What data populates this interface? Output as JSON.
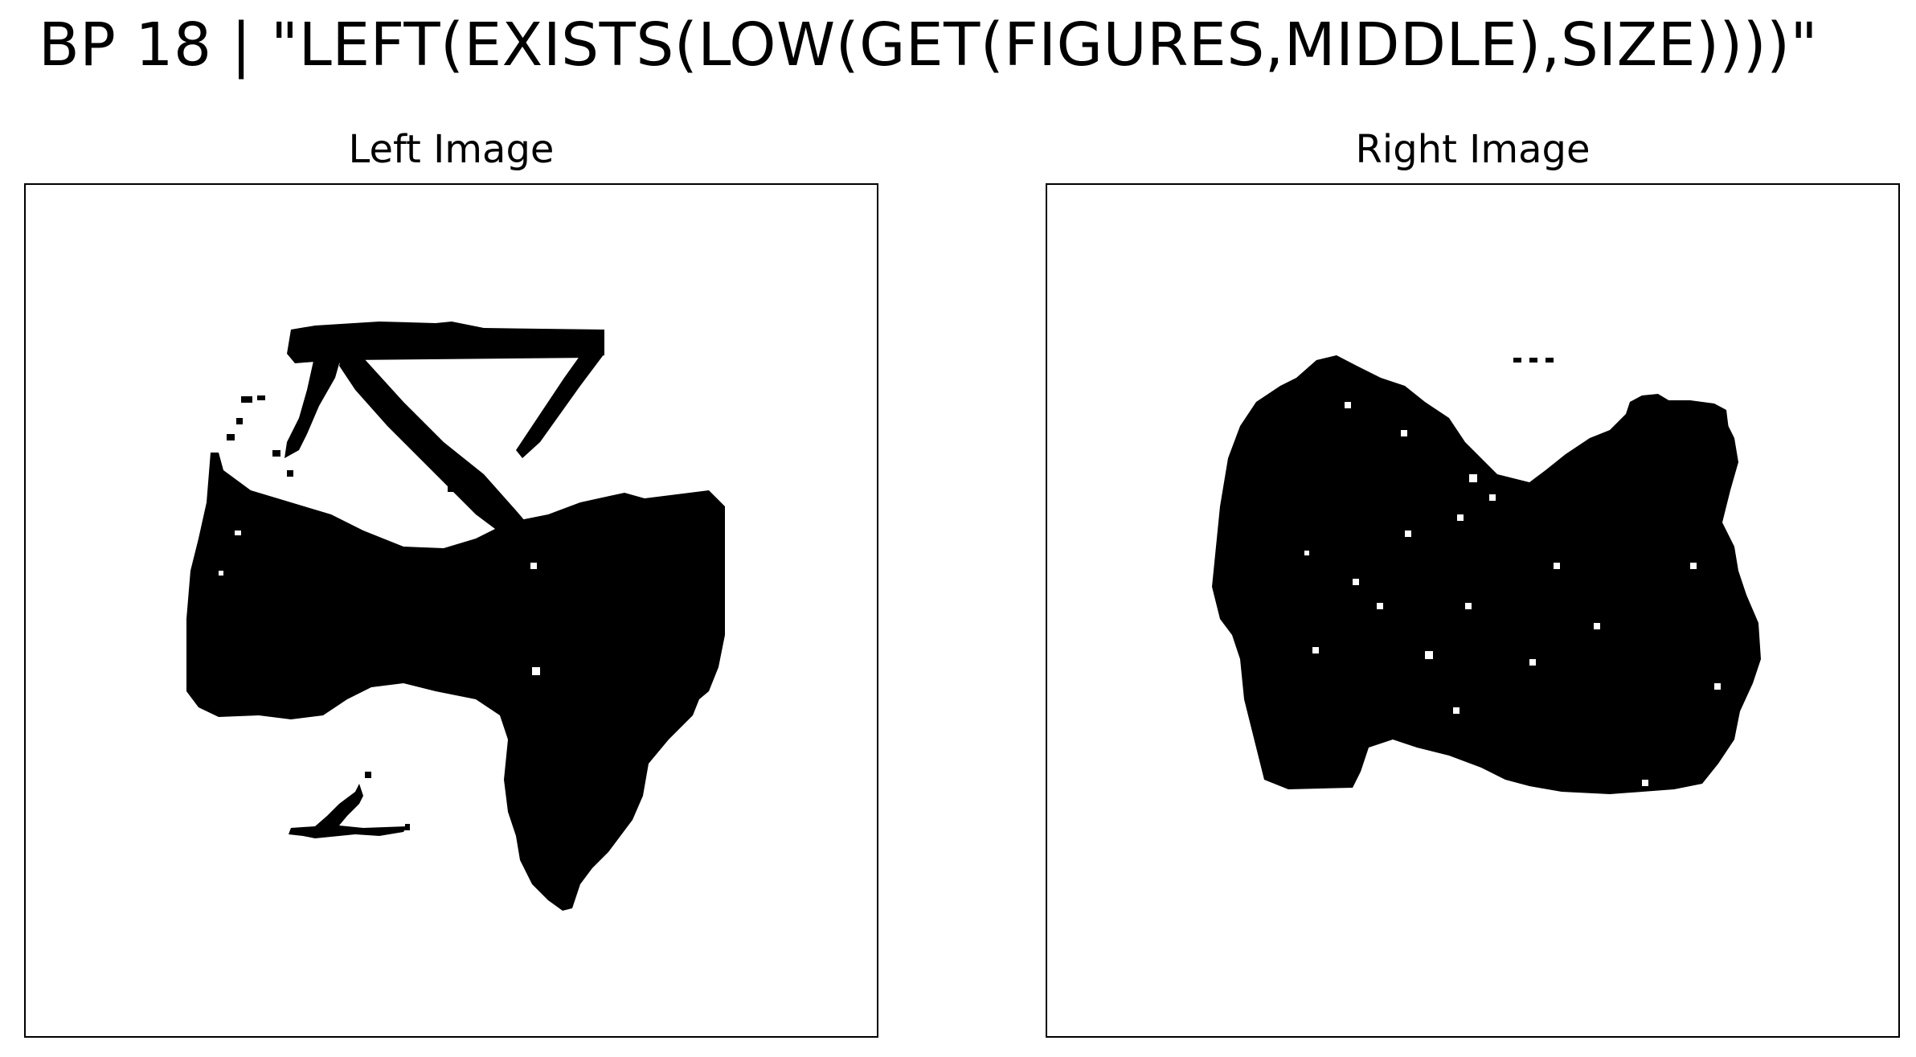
{
  "title": "BP 18 | \"LEFT(EXISTS(LOW(GET(FIGURES,MIDDLE),SIZE))))\"",
  "panels": {
    "left": {
      "label": "Left Image"
    },
    "right": {
      "label": "Right Image"
    }
  },
  "colors": {
    "ink": "#000000",
    "background": "#ffffff"
  }
}
